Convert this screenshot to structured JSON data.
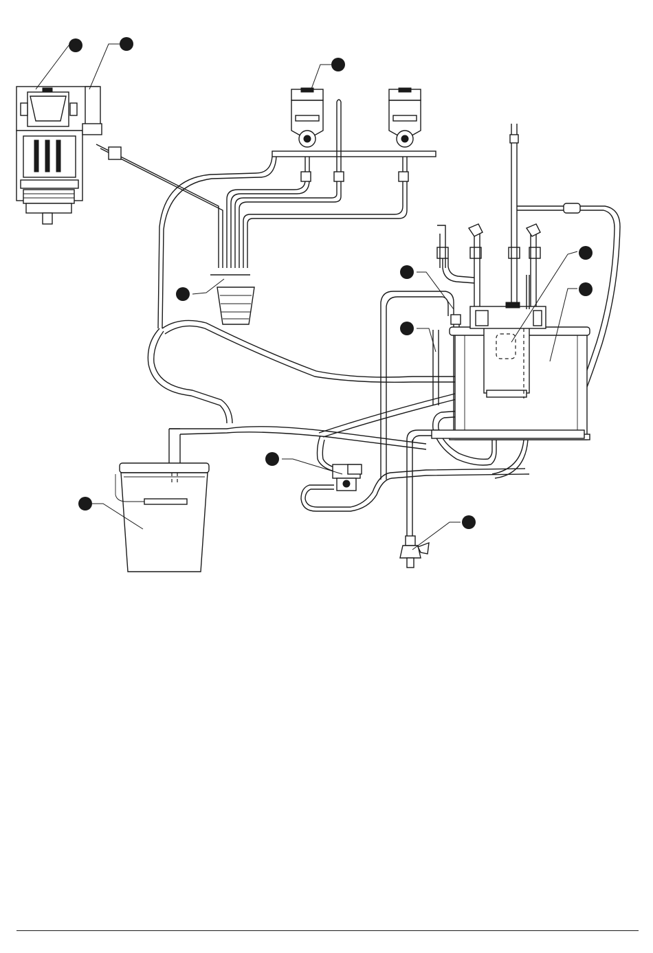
{
  "diagram": {
    "callout_count": 11,
    "colors": {
      "line": "#1a1a1a",
      "background": "#ffffff",
      "callout_fill": "#1a1a1a"
    },
    "icons": [
      "grinder-unit",
      "bean-hopper",
      "powder-canister",
      "powder-canister",
      "mixing-cup",
      "boiler",
      "steam-tank",
      "water-pump",
      "drain-valve",
      "waste-bucket"
    ]
  }
}
